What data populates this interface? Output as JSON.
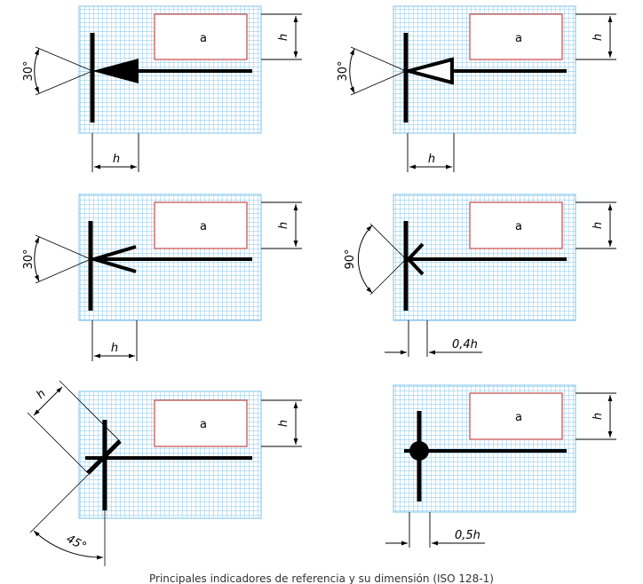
{
  "figure": {
    "caption": "Principales indicadores de referencia y su dimensión (ISO 128-1)",
    "colors": {
      "grid": "#7fc4e8",
      "grid_background": "#ffffff",
      "frame_border": "#c84a4a",
      "symbol": "#000000",
      "dimension": "#000000"
    }
  },
  "panels": [
    {
      "id": "filled-arrow",
      "symbol": "filled-triangle-arrow",
      "frame_label": "a",
      "height_label": "h",
      "angle_label": "30°",
      "bottom_dimension": "h"
    },
    {
      "id": "open-arrow",
      "symbol": "open-triangle-arrow",
      "frame_label": "a",
      "height_label": "h",
      "angle_label": "30°",
      "bottom_dimension": ""
    },
    {
      "id": "line-arrow-30",
      "symbol": "open-line-arrow",
      "frame_label": "a",
      "height_label": "h",
      "angle_label": "30°",
      "bottom_dimension": "h"
    },
    {
      "id": "line-arrow-90",
      "symbol": "right-angle-line-arrow",
      "frame_label": "a",
      "height_label": "h",
      "angle_label": "90°",
      "bottom_dimension": "0,4h"
    },
    {
      "id": "oblique-stroke",
      "symbol": "oblique-stroke",
      "frame_label": "a",
      "height_label": "h",
      "angle_label": "45°",
      "side_dimension": "h"
    },
    {
      "id": "dot",
      "symbol": "filled-dot",
      "frame_label": "a",
      "height_label": "h",
      "bottom_dimension": "0,5h"
    }
  ]
}
